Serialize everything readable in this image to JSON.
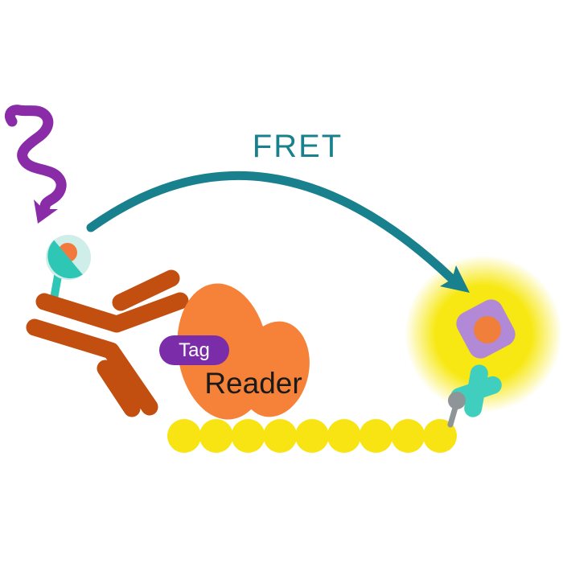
{
  "labels": {
    "fret": "FRET",
    "tag": "Tag",
    "reader": "Reader"
  },
  "beads": {
    "count": 9
  },
  "icons": {
    "excitation-light-arrow": "purple-squiggle-arrow-down",
    "fret-arrow": "teal-curved-arrow-right",
    "donor-fluorophore": "split-circle-with-orange-core",
    "acceptor-fluorophore": "rounded-square-with-orange-core",
    "streptavidin-star": "four-lobed-cross",
    "linker": "gray-pin",
    "antibody": "y-shaped-antibody",
    "bead-chain": "yellow-bead-string",
    "emission-glow": "yellow-radial-glow"
  },
  "colors": {
    "background": "#FFFFFF",
    "excitation-purple": "#8A2BA8",
    "fret-teal": "#19808D",
    "antibody-rust": "#C24E0F",
    "donor-pale": "#CFEDE9",
    "donor-teal": "#2EC7B5",
    "donor-core": "#F2793B",
    "reader-orange": "#F58238",
    "tag-purple": "#7B2CA8",
    "tag-text": "#FFFFFF",
    "reader-text": "#1A1A1A",
    "bead-yellow": "#F7E412",
    "glow-yellow": "#F7E813",
    "acceptor-purple": "#B189D6",
    "acceptor-core": "#F07F3B",
    "star-teal": "#40CFBF",
    "linker-gray": "#8D9599"
  }
}
